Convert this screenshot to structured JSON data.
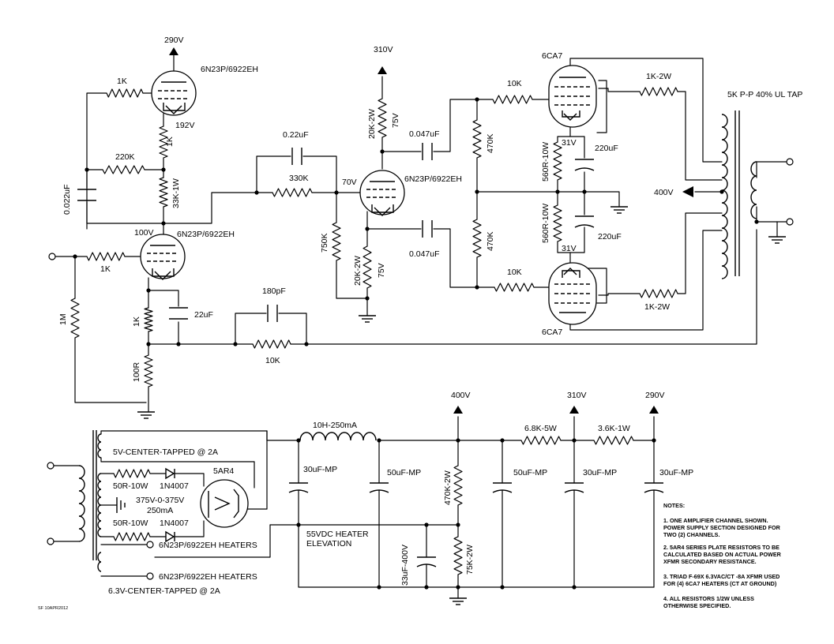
{
  "voltages": {
    "b290_top": "290V",
    "b310_top": "310V",
    "v192": "192V",
    "v100": "100V",
    "v70": "70V",
    "v31_upper": "31V",
    "v31_lower": "31V",
    "v400_tap": "400V",
    "ps_400": "400V",
    "ps_310": "310V",
    "ps_290": "290V"
  },
  "tubes": {
    "v1": "6N23P/6922EH",
    "v2": "6N23P/6922EH",
    "v3": "6N23P/6922EH",
    "out_upper": "6CA7",
    "out_lower": "6CA7",
    "rect": "5AR4"
  },
  "amp_parts": {
    "r_1k_top": "1K",
    "r_220k": "220K",
    "c_0022": "0.022uF",
    "r_1k_vert": "1K",
    "r_33k": "33K-1W",
    "r_1k_in": "1K",
    "r_1m": "1M",
    "r_1k_cath": "1K",
    "r_100r": "100R",
    "c_22uf": "22uF",
    "c_180pf": "180pF",
    "r_10k_fb": "10K",
    "c_022uf": "0.22uF",
    "r_330k": "330K",
    "r_750k": "750K",
    "r_20k_top": "20K-2W",
    "v75_top": "75V",
    "r_20k_bot": "20K-2W",
    "v75_bot": "75V",
    "c_047_top": "0.047uF",
    "c_047_bot": "0.047uF",
    "r_470k_a": "470K",
    "r_470k_b": "470K",
    "r_10k_g1": "10K",
    "r_10k_g2": "10K",
    "r_560_a": "560R-10W",
    "r_560_b": "560R-10W",
    "c_220_a": "220uF",
    "c_220_b": "220uF",
    "r_1k2w_a": "1K-2W",
    "r_1k2w_b": "1K-2W",
    "otx": "5K P-P 40% UL TAP"
  },
  "ps_parts": {
    "sec_5v": "5V-CENTER-TAPPED @ 2A",
    "r_50a": "50R-10W",
    "d_a": "1N4007",
    "hv": "375V-0-375V",
    "hv_ma": "250mA",
    "r_50b": "50R-10W",
    "d_b": "1N4007",
    "heat1": "6N23P/6922EH HEATERS",
    "heat2": "6N23P/6922EH HEATERS",
    "sec_63": "6.3V-CENTER-TAPPED @ 2A",
    "choke": "10H-250mA",
    "c30a": "30uF-MP",
    "c50a": "50uF-MP",
    "r_68k": "6.8K-5W",
    "r_36k": "3.6K-1W",
    "c50b": "50uF-MP",
    "c30b": "30uF-MP",
    "c30c": "30uF-MP",
    "r_470k2w": "470K-2W",
    "r_75k2w": "75K-2W",
    "c33": "33uF-400V",
    "heater_elev_1": "55VDC HEATER",
    "heater_elev_2": "ELEVATION"
  },
  "notes": {
    "title": "NOTES:",
    "n1a": "1. ONE AMPLIFIER CHANNEL SHOWN.",
    "n1b": "POWER SUPPLY SECTION DESIGNED FOR",
    "n1c": "TWO (2) CHANNELS.",
    "n2a": "2. 5AR4 SERIES PLATE RESISTORS TO BE",
    "n2b": "CALCULATED BASED ON ACTUAL POWER",
    "n2c": "XFMR SECONDARY RESISTANCE.",
    "n3a": "3. TRIAD F-69X 6.3VAC/CT -8A XFMR USED",
    "n3b": "FOR (4) 6CA7 HEATERS (CT AT GROUND)",
    "n4a": "4. ALL RESISTORS 1/2W UNLESS",
    "n4b": "OTHERWISE SPECIFIED."
  },
  "date_stamp": "SF 10APR2012"
}
